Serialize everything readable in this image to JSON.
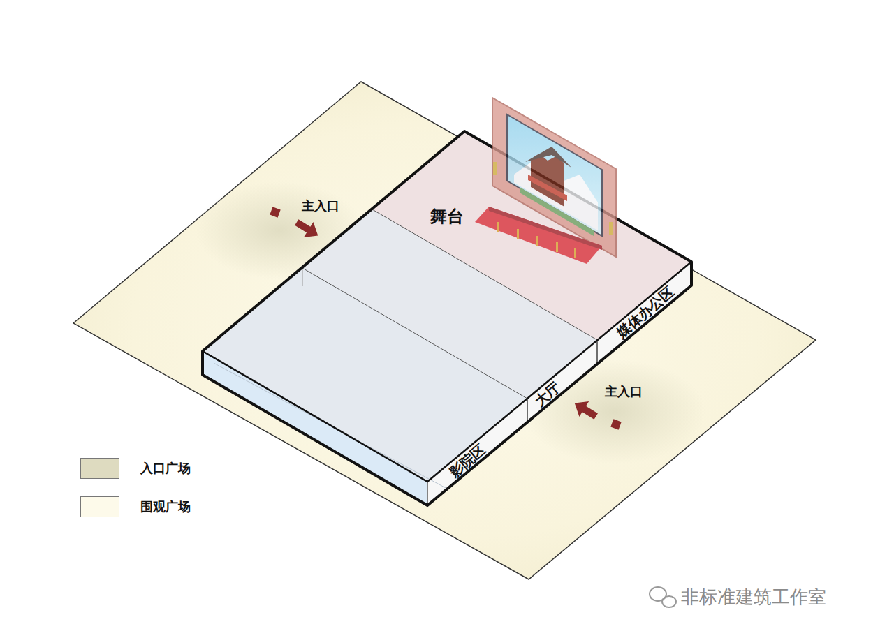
{
  "diagram": {
    "nodes": [
      {
        "text": [
          "舞台"
        ]
      },
      {
        "text": [
          "影院区"
        ]
      },
      {
        "text": [
          "大厅"
        ]
      },
      {
        "text": [
          "媒体办公区"
        ]
      }
    ],
    "labels": [
      "主入口",
      "主入口",
      "非标准建筑工作室"
    ],
    "legend": [
      {
        "text": "入口广场",
        "color": "#dedbc0"
      },
      {
        "text": "围观广场",
        "color": "#fdfaea"
      }
    ]
  }
}
